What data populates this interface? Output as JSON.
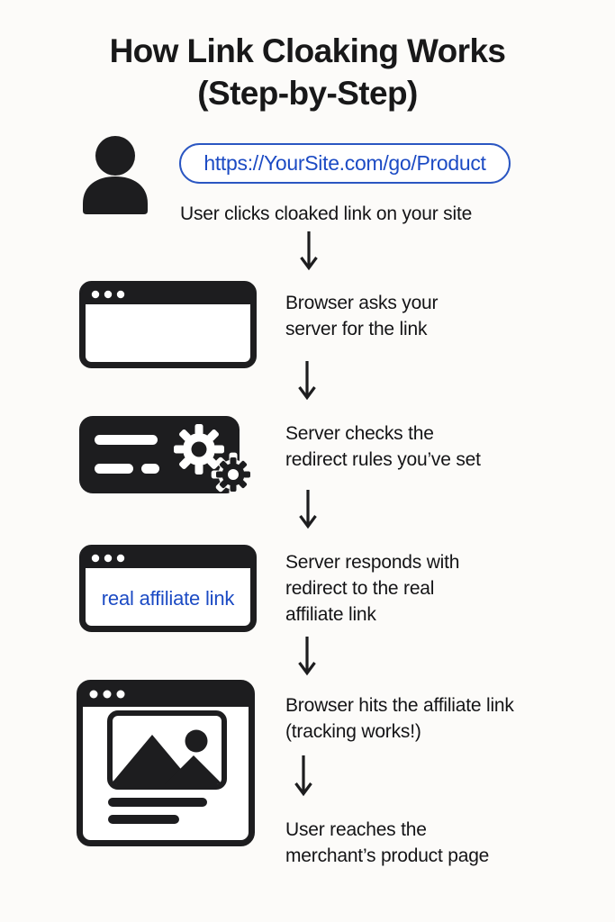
{
  "title": {
    "line1": "How Link Cloaking Works",
    "line2": "(Step-by-Step)"
  },
  "colors": {
    "ink": "#1d1d1f",
    "accent_blue": "#1c4bc4",
    "background": "#fcfbf9"
  },
  "icons": {
    "step1": "user-icon",
    "step2": "browser-window-icon",
    "step3": "server-gear-icon",
    "step4": "browser-window-icon",
    "step5": "browser-page-icon",
    "connector": "down-arrow-icon"
  },
  "steps": [
    {
      "pill_url": "https://YourSite.com/go/Product",
      "caption": "User clicks cloaked link on your site"
    },
    {
      "lines": [
        "Browser asks your",
        "server for the link"
      ]
    },
    {
      "lines": [
        "Server checks the",
        "redirect rules you’ve set"
      ]
    },
    {
      "browser_text": "real affiliate link",
      "lines": [
        "Server responds with",
        "redirect to the real",
        "affiliate link"
      ]
    },
    {
      "lines": [
        "Browser hits the affiliate link",
        "(tracking works!)"
      ]
    },
    {
      "lines": [
        "User reaches the",
        "merchant’s product page"
      ]
    }
  ]
}
